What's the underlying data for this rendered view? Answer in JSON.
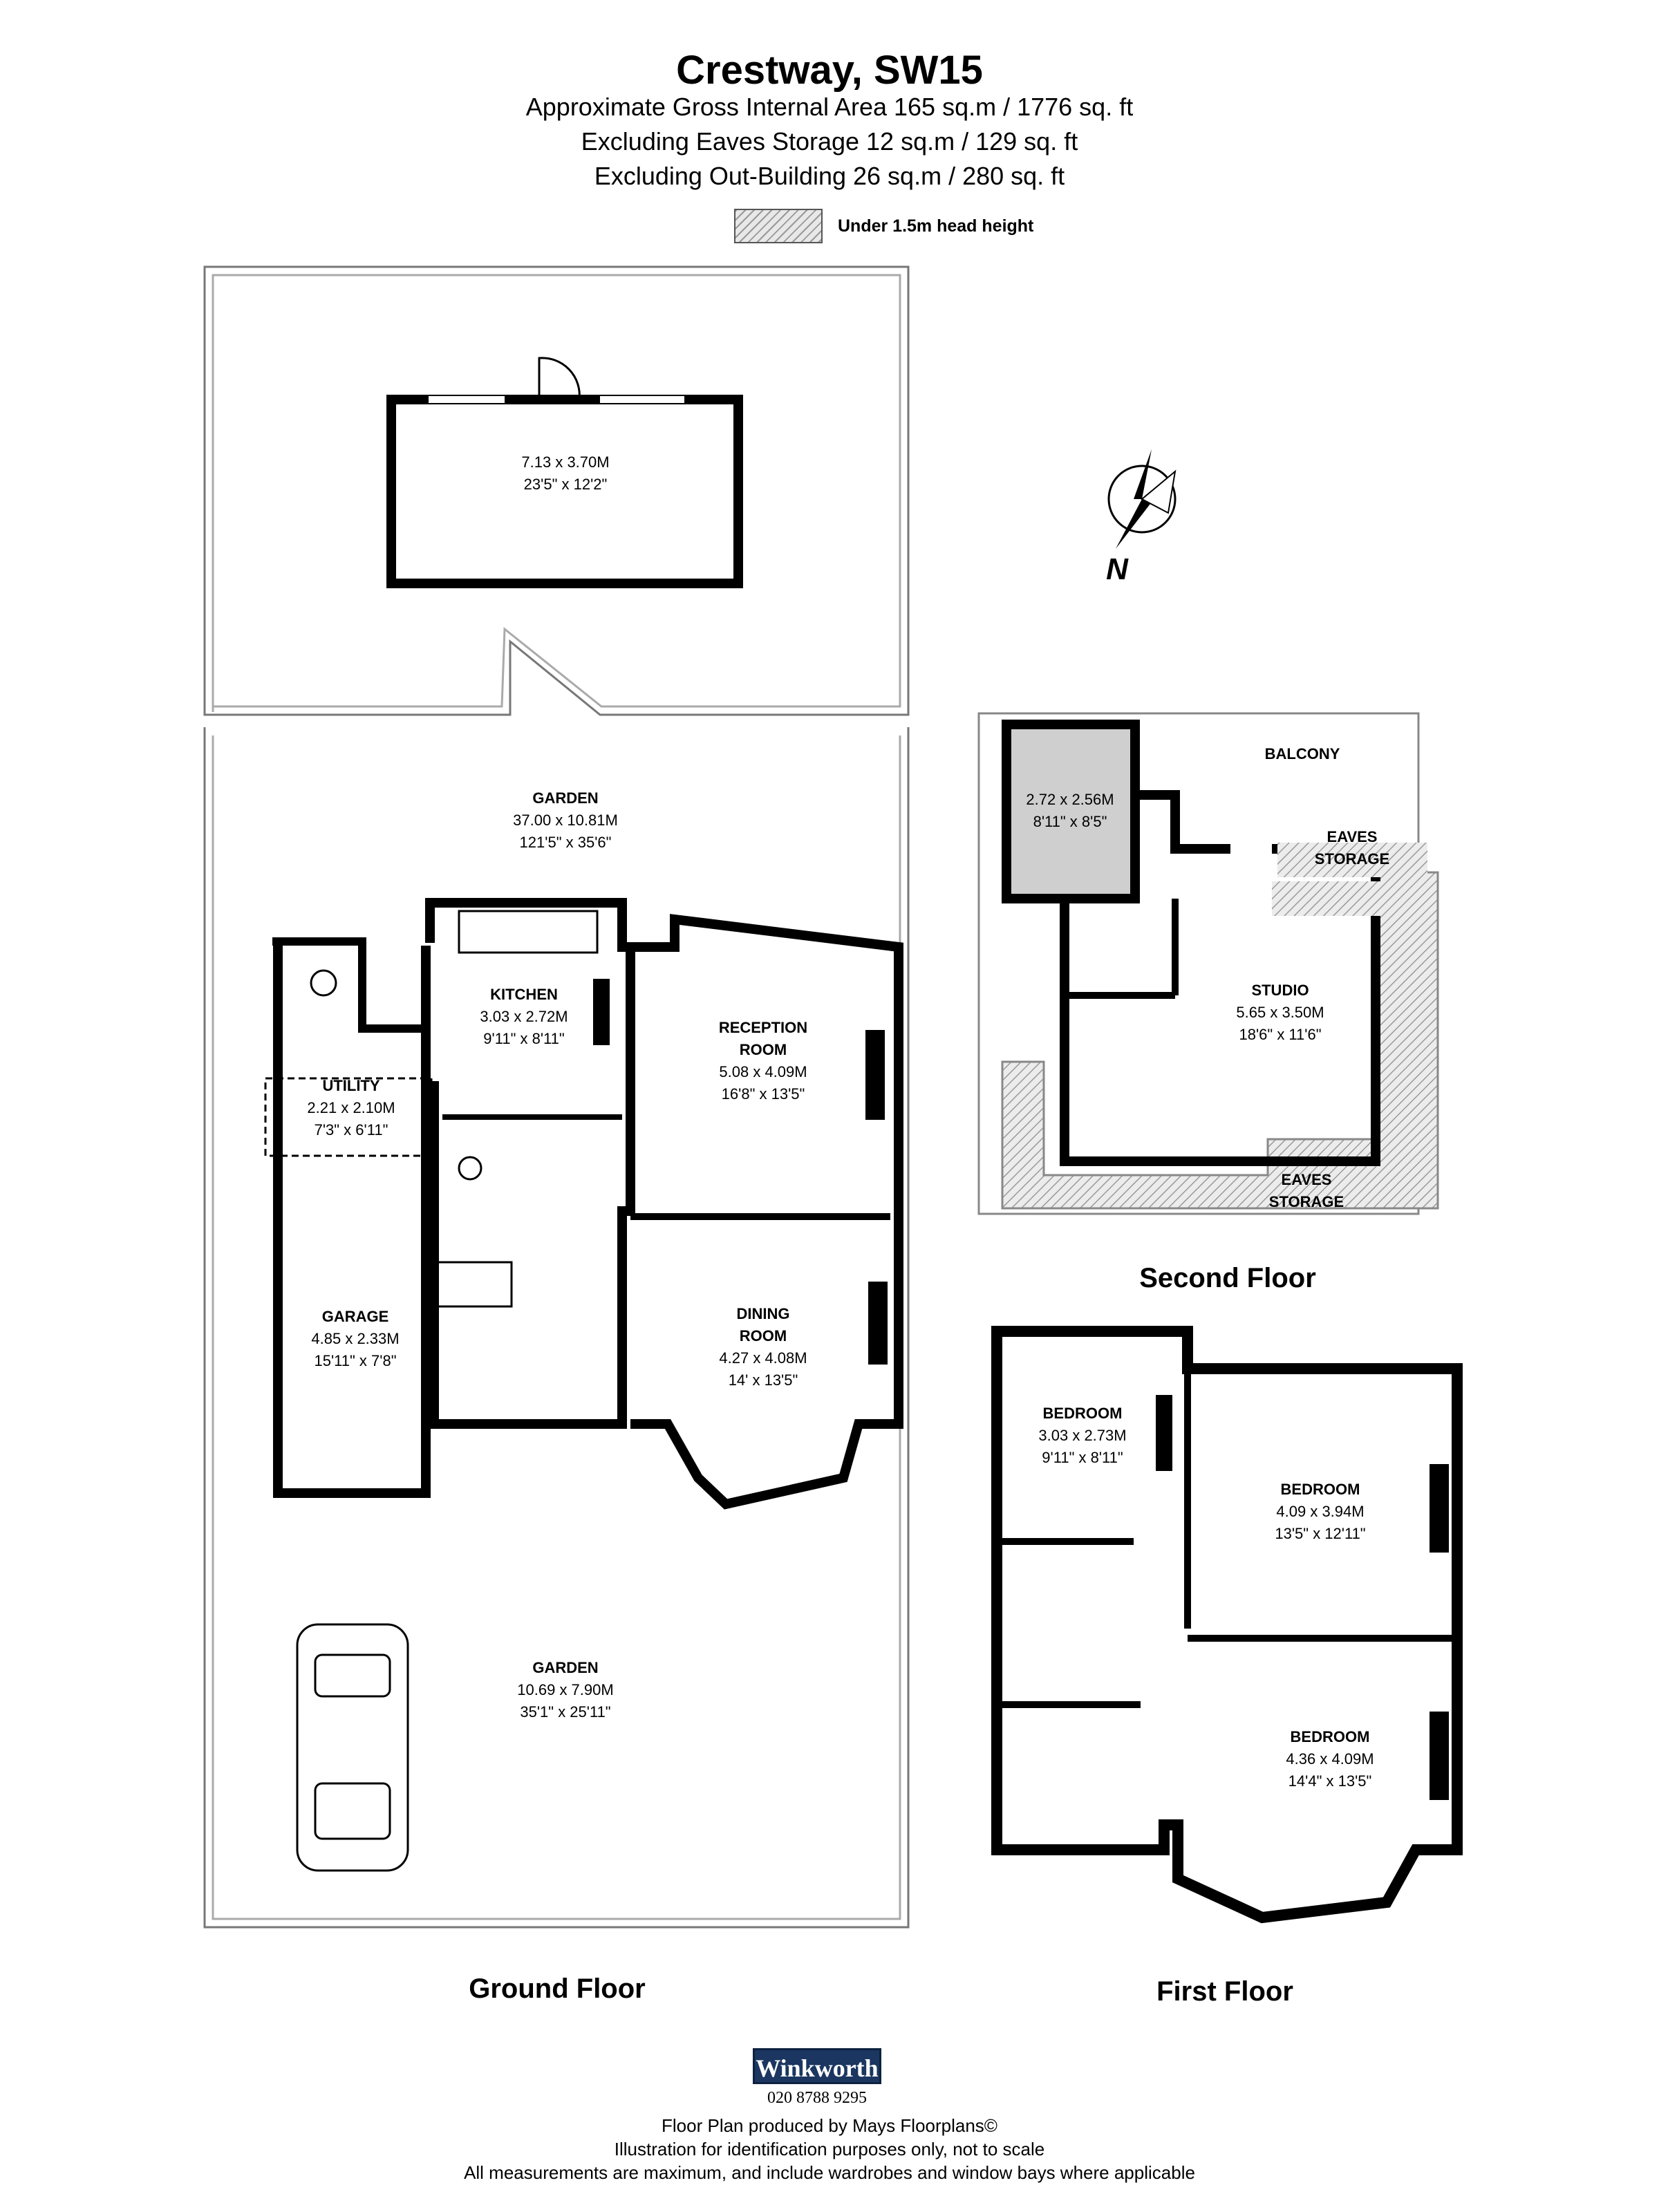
{
  "header": {
    "title": "Crestway, SW15",
    "lines": [
      "Approximate Gross Internal Area  165 sq.m /  1776 sq. ft",
      "Excluding Eaves Storage  12 sq.m /  129 sq. ft",
      "Excluding Out-Building  26 sq.m /  280 sq. ft"
    ]
  },
  "legend": {
    "label": "Under 1.5m head height"
  },
  "north_label": "N",
  "floors": {
    "ground": "Ground Floor",
    "first": "First Floor",
    "second": "Second Floor"
  },
  "rooms": {
    "outbuilding": {
      "dims_m": "7.13 x 3.70M",
      "dims_ft": "23'5\" x 12'2\""
    },
    "garden_rear": {
      "name": "GARDEN",
      "dims_m": "37.00 x 10.81M",
      "dims_ft": "121'5\" x 35'6\""
    },
    "kitchen": {
      "name": "KITCHEN",
      "dims_m": "3.03 x 2.72M",
      "dims_ft": "9'11\" x 8'11\""
    },
    "utility": {
      "name": "UTILITY",
      "dims_m": "2.21 x 2.10M",
      "dims_ft": "7'3\" x 6'11\""
    },
    "reception": {
      "name1": "RECEPTION",
      "name2": "ROOM",
      "dims_m": "5.08 x 4.09M",
      "dims_ft": "16'8\" x 13'5\""
    },
    "dining": {
      "name1": "DINING",
      "name2": "ROOM",
      "dims_m": "4.27 x 4.08M",
      "dims_ft": "14' x 13'5\""
    },
    "garage": {
      "name": "GARAGE",
      "dims_m": "4.85 x 2.33M",
      "dims_ft": "15'11\" x 7'8\""
    },
    "garden_front": {
      "name": "GARDEN",
      "dims_m": "10.69 x 7.90M",
      "dims_ft": "35'1\" x 25'11\""
    },
    "eaves_room": {
      "dims_m": "2.72 x 2.56M",
      "dims_ft": "8'11\" x 8'5\""
    },
    "balcony": {
      "name": "BALCONY"
    },
    "eaves_storage_top": {
      "name1": "EAVES",
      "name2": "STORAGE"
    },
    "studio": {
      "name": "STUDIO",
      "dims_m": "5.65 x 3.50M",
      "dims_ft": "18'6\" x 11'6\""
    },
    "eaves_storage_bottom": {
      "name1": "EAVES",
      "name2": "STORAGE"
    },
    "bedroom_small": {
      "name": "BEDROOM",
      "dims_m": "3.03 x 2.73M",
      "dims_ft": "9'11\" x 8'11\""
    },
    "bedroom_rear": {
      "name": "BEDROOM",
      "dims_m": "4.09 x 3.94M",
      "dims_ft": "13'5\" x 12'11\""
    },
    "bedroom_front": {
      "name": "BEDROOM",
      "dims_m": "4.36 x 4.09M",
      "dims_ft": "14'4\" x 13'5\""
    }
  },
  "branding": {
    "logo": "Winkworth",
    "phone": "020 8788 9295"
  },
  "footer": [
    "Floor Plan produced by Mays Floorplans©",
    "Illustration for identification purposes only, not to scale",
    "All measurements are maximum, and include wardrobes and window bays where applicable"
  ],
  "colors": {
    "wall": "#000000",
    "eaves_fill": "#cfcfcf",
    "logo_bg": "#1b3660"
  }
}
